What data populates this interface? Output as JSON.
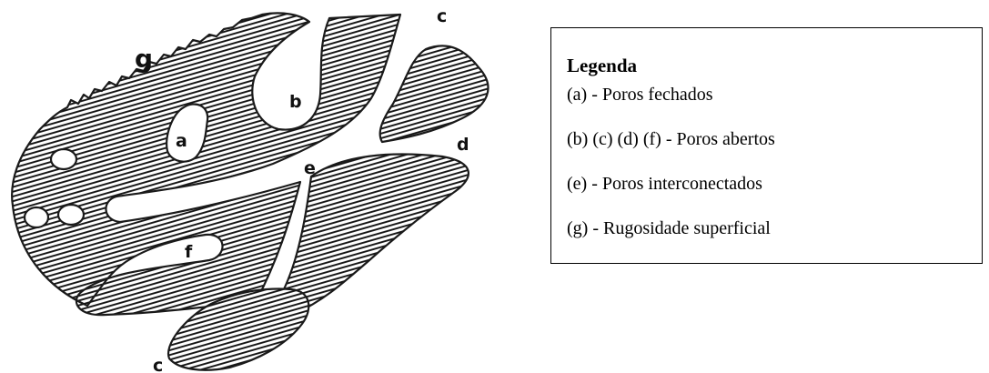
{
  "diagram": {
    "labels": {
      "a": "a",
      "b": "b",
      "c_top": "c",
      "c_bottom": "c",
      "d": "d",
      "e": "e",
      "f": "f",
      "g": "g"
    }
  },
  "legend": {
    "title": "Legenda",
    "items": [
      "(a) - Poros fechados",
      "(b) (c) (d) (f) - Poros abertos",
      "(e) - Poros interconectados",
      "(g) - Rugosidade superficial"
    ]
  }
}
